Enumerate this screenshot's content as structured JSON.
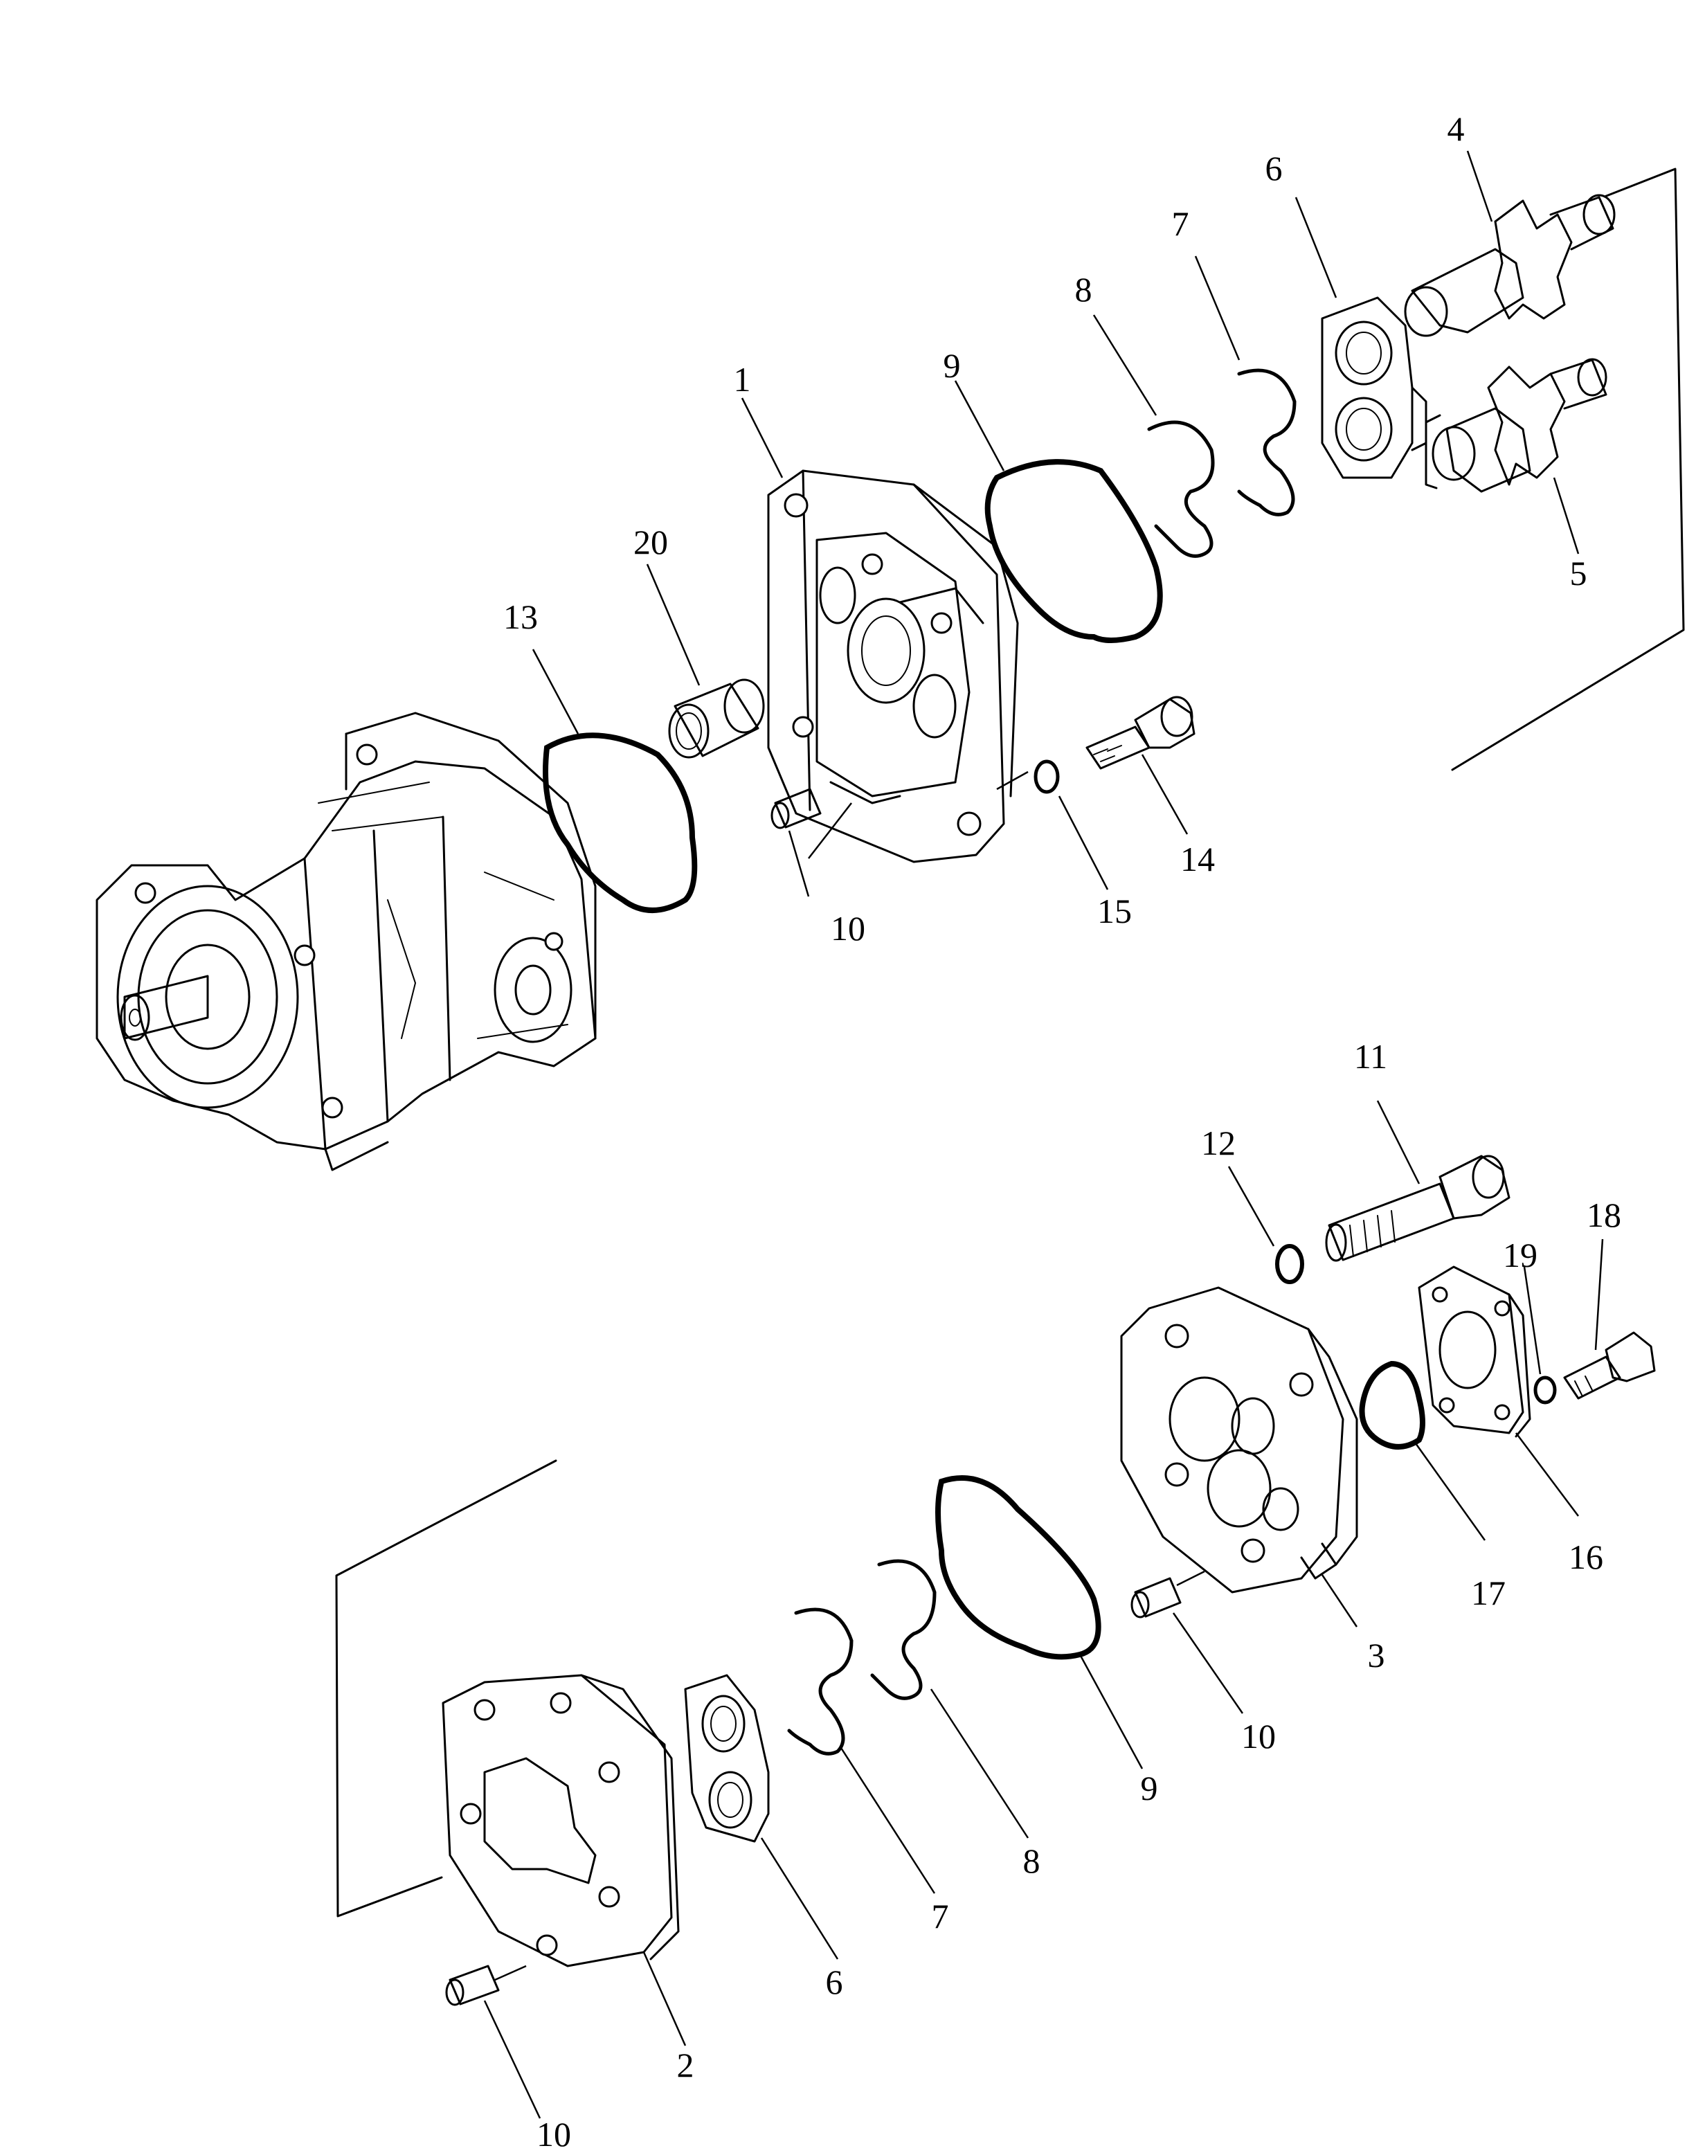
{
  "diagram": {
    "callouts": {
      "c1": "1",
      "c2": "2",
      "c3": "3",
      "c4": "4",
      "c5": "5",
      "c6a": "6",
      "c6b": "6",
      "c7a": "7",
      "c7b": "7",
      "c8a": "8",
      "c8b": "8",
      "c9a": "9",
      "c9b": "9",
      "c10a": "10",
      "c10b": "10",
      "c10c": "10",
      "c11": "11",
      "c12": "12",
      "c13": "13",
      "c14": "14",
      "c15": "15",
      "c16": "16",
      "c17": "17",
      "c18": "18",
      "c19": "19",
      "c20": "20"
    }
  }
}
